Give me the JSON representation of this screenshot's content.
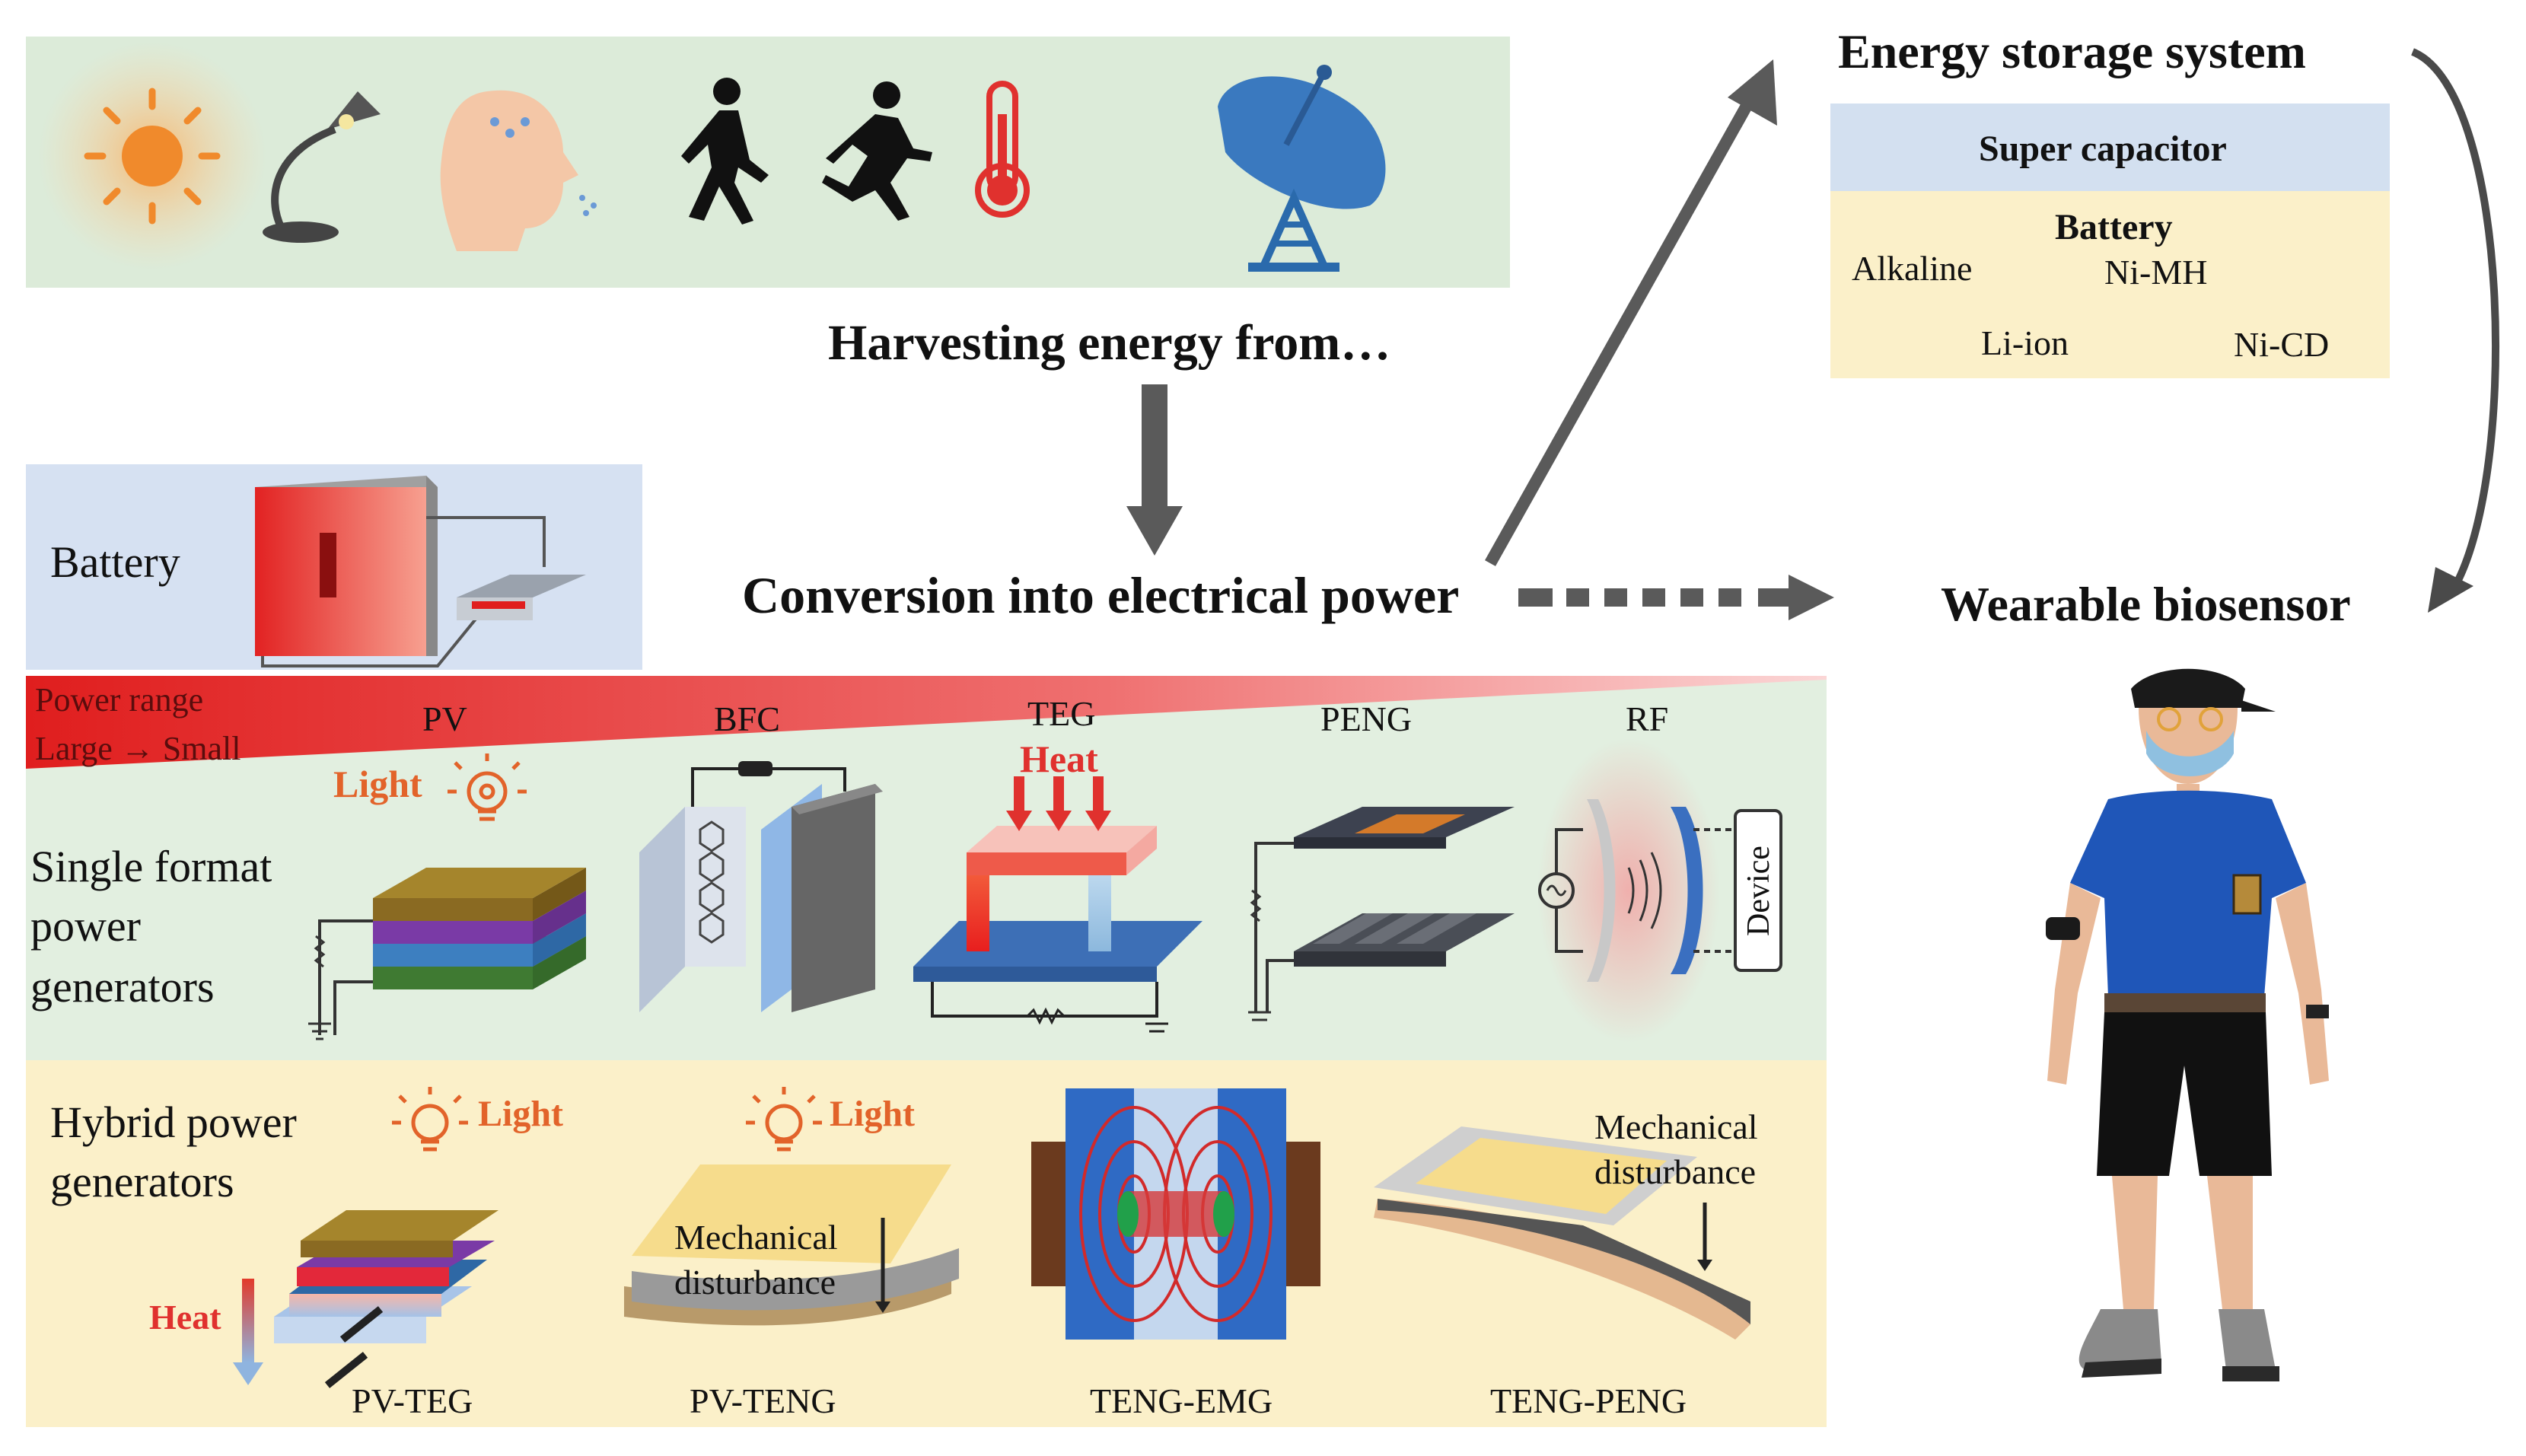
{
  "header": {
    "harvest_label": "Harvesting energy from…",
    "conversion_label": "Conversion into electrical power",
    "wearable_label": "Wearable biosensor"
  },
  "storage": {
    "title": "Energy storage system",
    "supercap_label": "Super capacitor",
    "battery_label": "Battery",
    "types": [
      "Alkaline",
      "Ni-MH",
      "Li-ion",
      "Ni-CD"
    ]
  },
  "battery_panel": {
    "label": "Battery"
  },
  "power_range": {
    "line1": "Power range",
    "line2": "Large → Small"
  },
  "single": {
    "label_lines": [
      "Single format",
      "power",
      "generators"
    ],
    "columns": [
      "PV",
      "BFC",
      "TEG",
      "PENG",
      "RF"
    ],
    "light_label": "Light",
    "heat_label": "Heat",
    "device_label": "Device"
  },
  "hybrid": {
    "label_lines": [
      "Hybrid power",
      "generators"
    ],
    "light_label": "Light",
    "heat_label": "Heat",
    "mech_lines": [
      "Mechanical",
      "disturbance"
    ],
    "names": [
      "PV-TEG",
      "PV-TENG",
      "TENG-EMG",
      "TENG-PENG"
    ]
  },
  "icons": [
    "sun-icon",
    "lamp-icon",
    "sweating-head-icon",
    "walking-person-icon",
    "running-person-icon",
    "thermometer-icon",
    "satellite-dish-icon",
    "light-bulb-icon"
  ],
  "colors": {
    "top_band": "#dcebd9",
    "single_band": "#e2efe0",
    "hybrid_band": "#fbf0c9",
    "battery_band": "#d6e1f2",
    "supercap": "#d3e0f0",
    "battery_box": "#fbf0c9",
    "arrow_gray": "#5a5a5a",
    "accent_red": "#e0312e",
    "light_orange": "#e2632a"
  }
}
